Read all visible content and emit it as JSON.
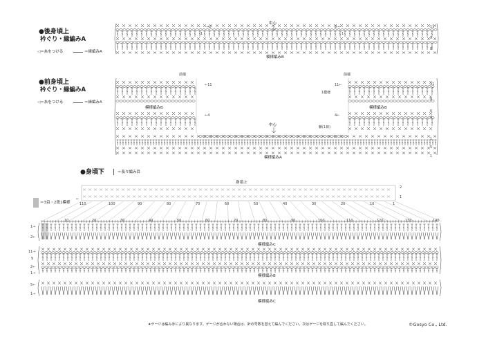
{
  "sections": {
    "back": {
      "title": "●後身頃上",
      "subtitle": "衿ぐり・縁編みA",
      "legend_attach": "◁＝糸をつける",
      "legend_edge": "＝縁編みA",
      "center_label": "中心",
      "pattern_label": "模様編みB",
      "row_numbers": [
        "11",
        "9",
        "8"
      ],
      "arrow_labels": [
        "→2",
        "2→"
      ],
      "small_numbers": [
        "1",
        "1"
      ]
    },
    "front": {
      "title": "●前身頃上",
      "subtitle": "衿ぐり・縁編みA",
      "legend_attach": "◁＝糸をつける",
      "legend_edge": "＝縁編みA",
      "left_tag": "前端",
      "right_tag": "前端",
      "pattern_b_left": "模様編みB",
      "pattern_b_right": "模様編みB",
      "pattern_a": "模様編みA",
      "center_label": "中心",
      "chain_label": "鎖(1目)",
      "one_pattern_label": "1模様",
      "row_numbers_left": [
        "←11",
        "←4"
      ],
      "row_numbers_right": [
        "11",
        "9",
        "6",
        "4",
        "1",
        "5",
        "1"
      ],
      "arrow_labels": [
        "11←",
        "4←"
      ]
    },
    "lower": {
      "title": "●身頃下",
      "legend_long": "＝長々編み目",
      "legend_repeat": "＝3目・2段1模様",
      "top_label": "身頃上",
      "top_rows": [
        "2",
        "1"
      ],
      "top_left_arrow": "←",
      "ruler_numbers": [
        "110",
        "100",
        "90",
        "80",
        "70",
        "60",
        "50",
        "40",
        "30",
        "20",
        "10",
        "1"
      ],
      "col_numbers": [
        "10",
        "20",
        "30",
        "40",
        "50",
        "60",
        "70",
        "80",
        "90",
        "100",
        "110",
        "120",
        "130",
        "140"
      ],
      "pattern_c_top": "模様編みC",
      "pattern_b": "模様編みB",
      "pattern_c_bottom": "模様編みC",
      "row_labels_left": [
        "1→",
        "2←",
        "11→",
        "9",
        "2←",
        "1→",
        "5←",
        "1→"
      ]
    }
  },
  "footer": {
    "note": "★ゲージは編み手により異なります。ゲージが合わない場合は、針の号数を替えて編んでください。次はゲージを取り直して編んでください。",
    "copyright": "©Gosyo Co., Ltd."
  },
  "colors": {
    "ink": "#333333",
    "light": "#9a9a9a",
    "swatch": "#bdbdbd"
  }
}
